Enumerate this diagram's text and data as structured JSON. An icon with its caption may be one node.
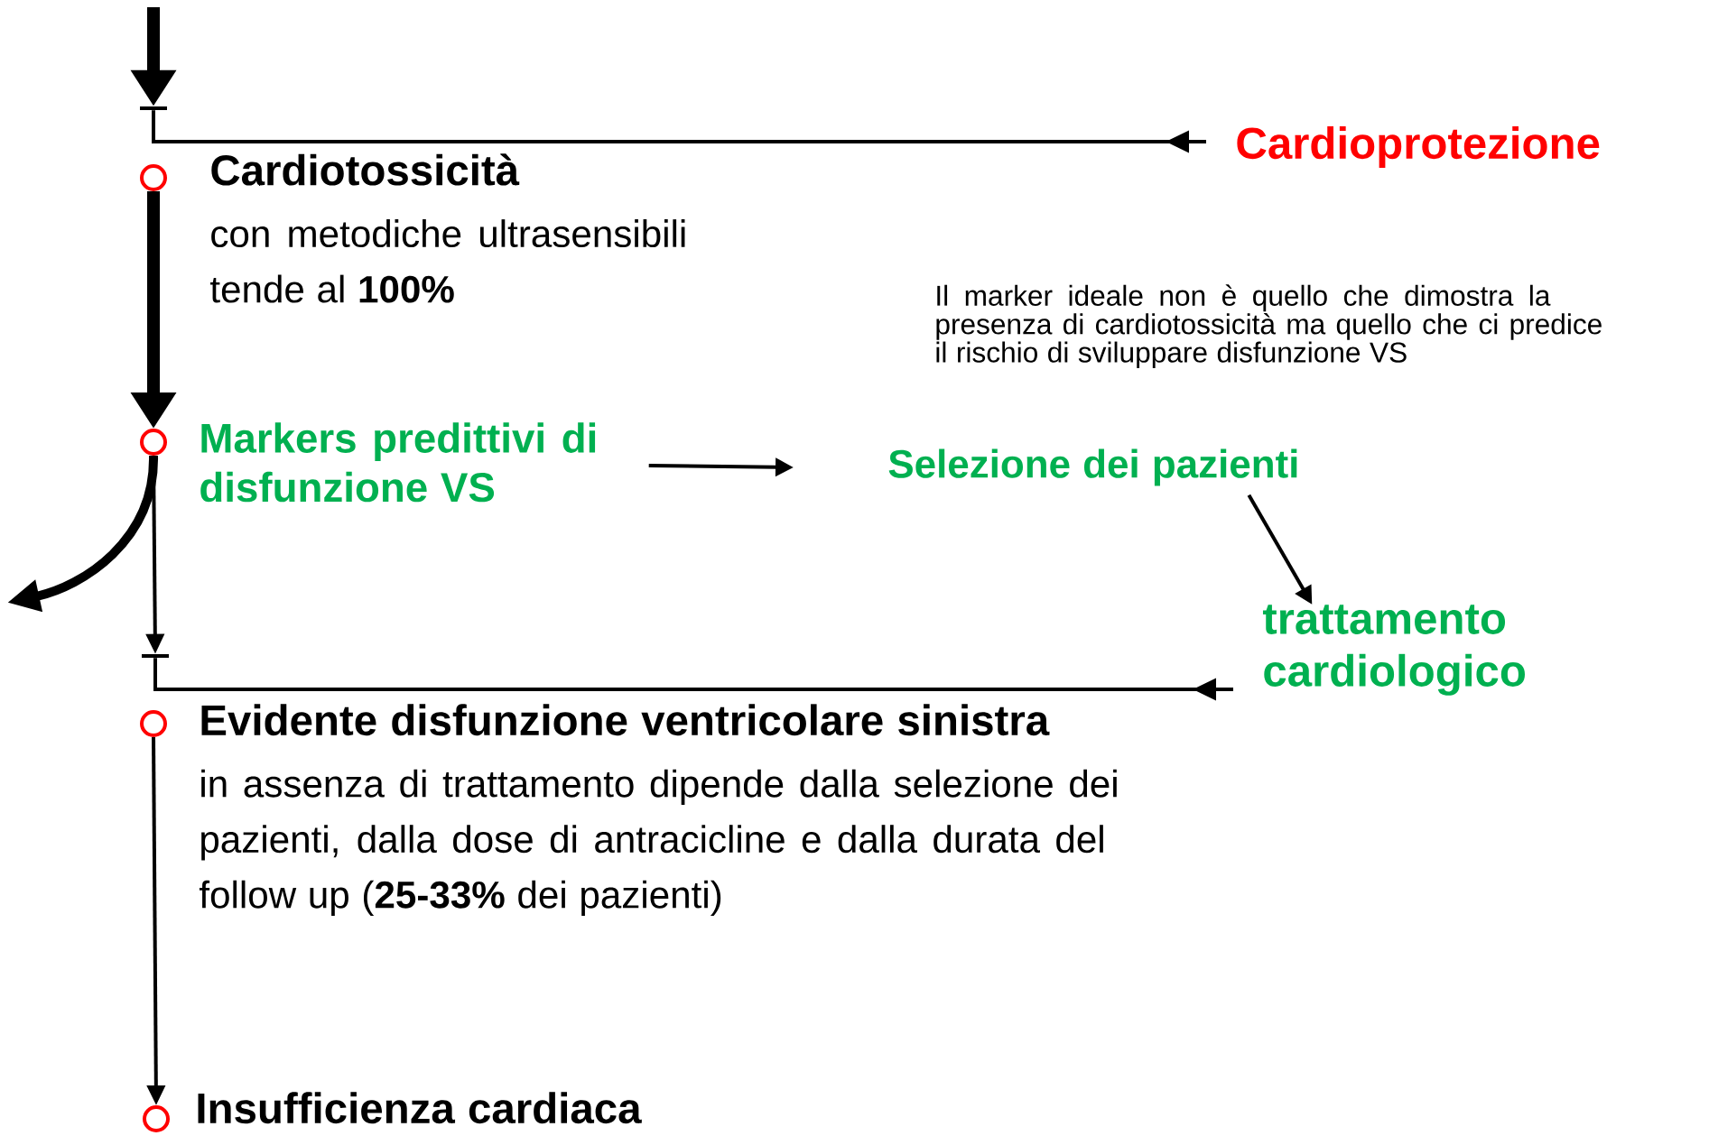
{
  "diagram": {
    "nodes": [
      {
        "text": [],
        "shape": "circle"
      },
      {
        "text": [
          "Cardiotossicità",
          "con metodiche ultrasensibili tende al **100%**"
        ]
      },
      {
        "text": [],
        "shape": "circle"
      },
      {
        "text": [
          "Markers predittivi di disfunzione VS"
        ]
      },
      {
        "text": [],
        "shape": "circle"
      },
      {
        "text": [
          "Evidente disfunzione ventricolare sinistra",
          "in assenza di trattamento dipende dalla selezione dei pazienti, dalla dose di antracicline e dalla durata del follow up (**25-33%** dei pazienti)"
        ]
      },
      {
        "text": [],
        "shape": "circle"
      },
      {
        "text": [
          "Insufficienza cardiaca"
        ]
      },
      {
        "text": [
          "Cardioprotezione"
        ]
      },
      {
        "text": [
          "Selezione dei pazienti"
        ]
      },
      {
        "text": [
          "trattamento cardiologico"
        ]
      },
      {
        "text": [],
        "shape": "bar"
      },
      {
        "text": [],
        "shape": "bar"
      }
    ],
    "edges": [
      {
        "from": null,
        "to": 11,
        "arrow": "to",
        "style": "thick"
      },
      {
        "from": 0,
        "to": 2,
        "arrow": "to",
        "style": "thick"
      },
      {
        "from": 2,
        "to": null,
        "arrow": "to",
        "style": "thick"
      },
      {
        "from": 2,
        "to": 12,
        "arrow": "to"
      },
      {
        "from": 4,
        "to": 6,
        "arrow": "to"
      },
      {
        "from": 8,
        "to": 11,
        "arrow": "to"
      },
      {
        "from": 10,
        "to": 12,
        "arrow": "to"
      },
      {
        "from": 3,
        "to": 9,
        "arrow": "to"
      },
      {
        "from": 9,
        "to": 10,
        "arrow": "to"
      }
    ],
    "labels": [
      "Il marker ideale non è quello che dimostra la presenza di cardiotossicità ma quello che ci predice il rischio di sviluppare disfunzione VS"
    ]
  }
}
